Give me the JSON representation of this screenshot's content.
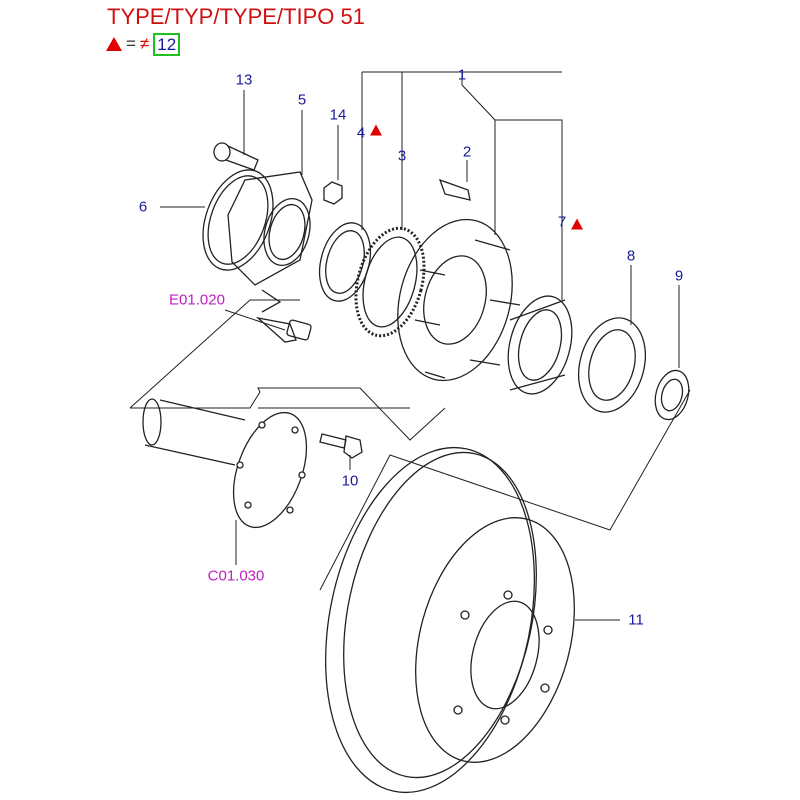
{
  "header": {
    "title": "TYPE/TYP/TYPE/TIPO 51",
    "legend": {
      "symbol_icon": "red-triangle",
      "equals": "=",
      "not_equal": "≠",
      "value": "12"
    }
  },
  "callouts": {
    "p1": "1",
    "p2": "2",
    "p3": "3",
    "p4": "4",
    "p5": "5",
    "p6": "6",
    "p7": "7",
    "p8": "8",
    "p9": "9",
    "p10": "10",
    "p11": "11",
    "p13": "13",
    "p14": "14",
    "ref_sensor": "E01.020",
    "ref_axle": "C01.030"
  },
  "colors": {
    "title": "#d01010",
    "callout": "#1a1a9a",
    "reference": "#c020c0",
    "marker": "#e00000",
    "highlight_box": "#20c020"
  }
}
